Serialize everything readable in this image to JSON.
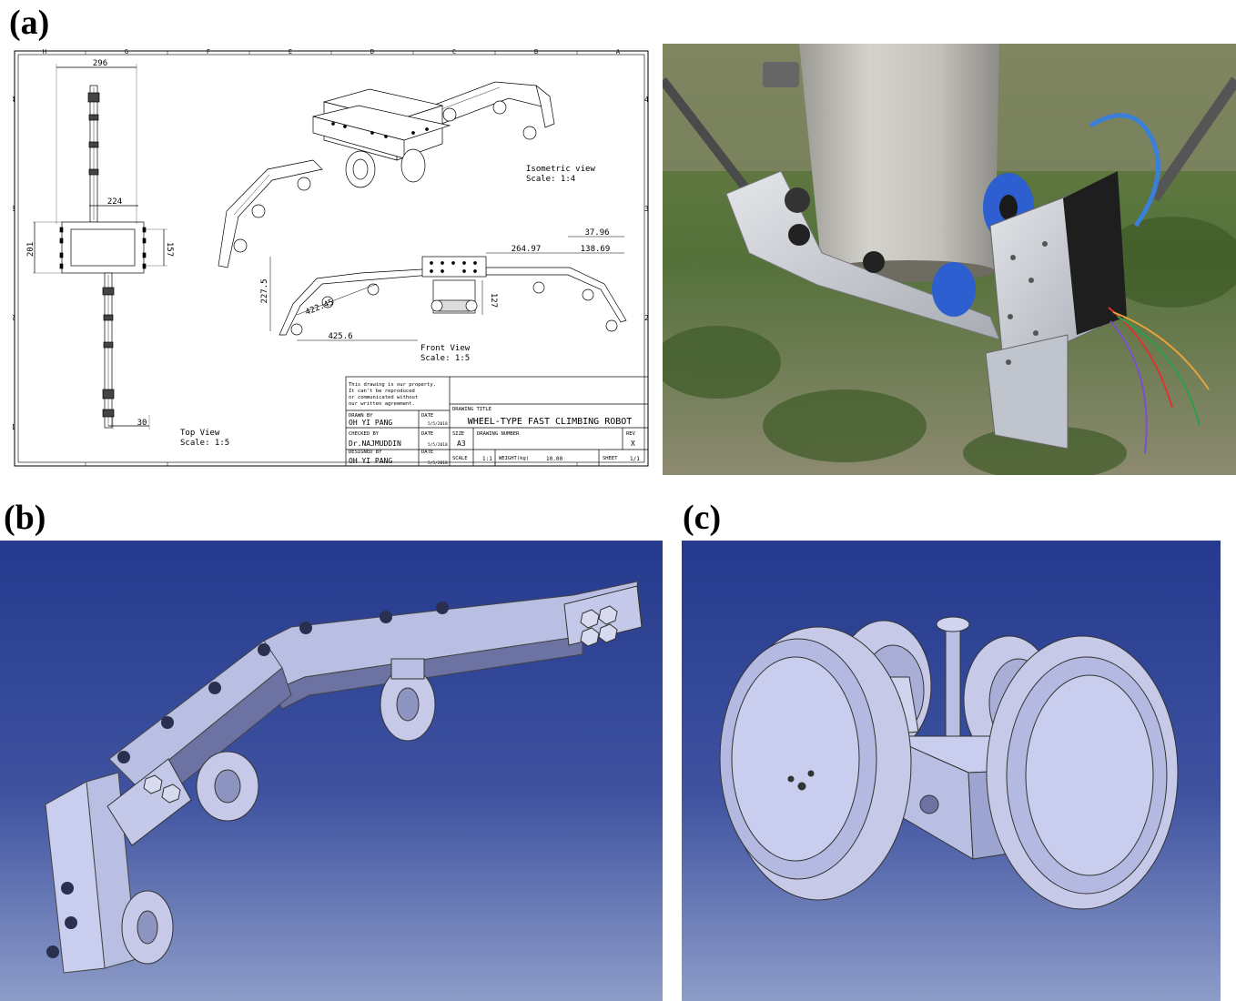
{
  "panels": {
    "a": "(a)",
    "b": "(b)",
    "c": "(c)"
  },
  "border": {
    "columns": [
      "H",
      "G",
      "F",
      "E",
      "D",
      "C",
      "B",
      "A"
    ],
    "rows": [
      "4",
      "3",
      "2",
      "1"
    ]
  },
  "drawing": {
    "top_view": {
      "dims": [
        "296",
        "224",
        "201",
        "157",
        "30"
      ],
      "label": "Top View",
      "scale": "Scale:  1:5"
    },
    "iso_view": {
      "label": "Isometric view",
      "scale": "Scale:  1:4"
    },
    "front_view": {
      "dims": [
        "37.96",
        "264.97",
        "138.69",
        "227.5",
        "422.45",
        "127",
        "425.6"
      ],
      "label": "Front View",
      "scale": "Scale:  1:5"
    },
    "title_block": {
      "notice": [
        "This drawing is our property.",
        "It can't be reproduced",
        "or communicated without",
        "our written agreement."
      ],
      "drawn_by_label": "DRAWN BY",
      "drawn_by": "OH YI PANG",
      "date_label": "DATE",
      "date": "5/5/2018",
      "checked_by_label": "CHECKED BY",
      "checked_by": "Dr.NAJMUDDIN",
      "designed_by_label": "DESIGNED BY",
      "designed_by": "OH YI PANG",
      "drawing_title_label": "DRAWING TITLE",
      "drawing_title": "WHEEL-TYPE FAST CLIMBING ROBOT",
      "size_label": "SIZE",
      "size": "A3",
      "drawing_number_label": "DRAWING NUMBER",
      "rev_label": "REV",
      "rev": "X",
      "scale_label": "SCALE",
      "scale": "1:1",
      "weight_label": "WEIGHT(kg)",
      "weight": "10.00",
      "sheet_label": "SHEET",
      "sheet": "1/1"
    }
  },
  "colors": {
    "cad_bg_top": "#263a8e",
    "cad_bg_bottom": "#8e9cc8",
    "cad_part": "#b9bfe3",
    "cad_part_dark": "#6c73a2",
    "aluminium": "#c9ccd2",
    "wheel_blue": "#2d5fd0",
    "tree_bark": "#c8c6c0",
    "grass": "#5d7a3a"
  }
}
